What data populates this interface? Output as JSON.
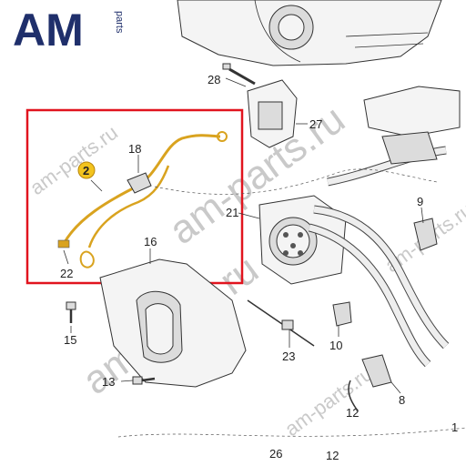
{
  "logo": {
    "main": "AM",
    "sub": "parts"
  },
  "watermark": [
    "am-parts.ru",
    "am-parts.ru",
    "am-parts.ru",
    "am-parts.ru",
    "am-parts.ru"
  ],
  "highlight_color": "#e1141e",
  "cable_color": "#d9a31f",
  "callouts": {
    "p28": "28",
    "p27": "27",
    "p18": "18",
    "p2": "2",
    "p21": "21",
    "p9": "9",
    "p16": "16",
    "p22": "22",
    "p15": "15",
    "p23": "23",
    "p10": "10",
    "p13": "13",
    "p8": "8",
    "p12a": "12",
    "p26": "26",
    "p12b": "12",
    "p1": "1"
  }
}
